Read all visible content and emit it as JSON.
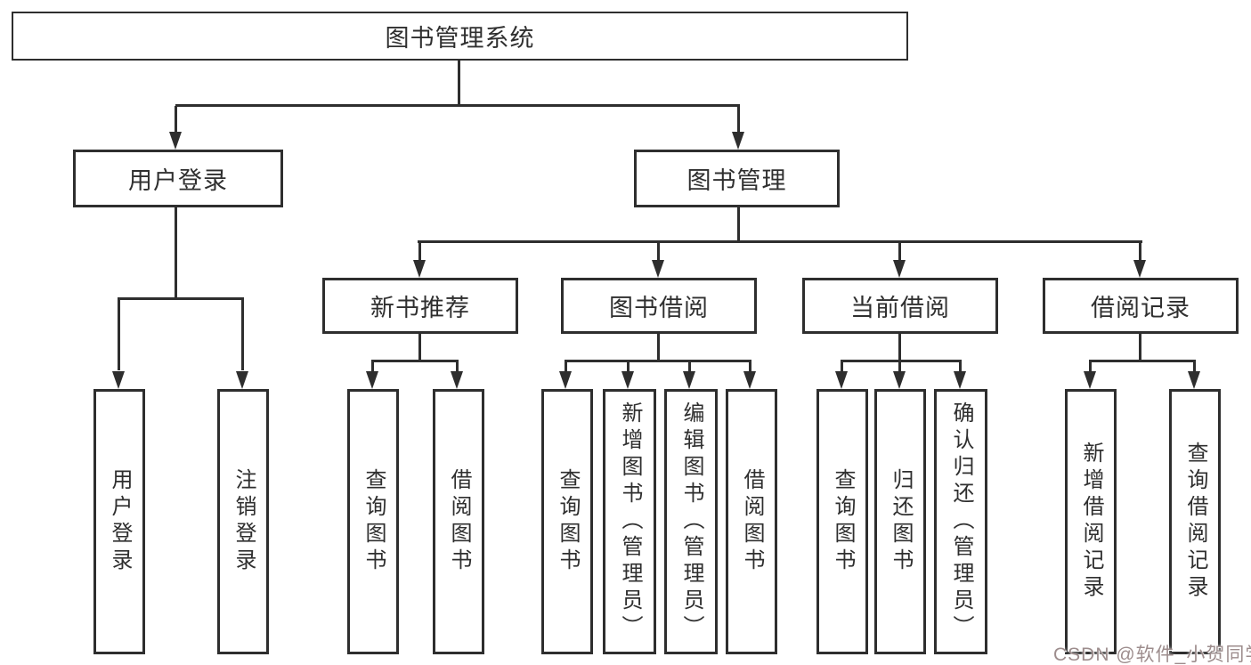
{
  "diagram": {
    "root": {
      "label": "图书管理系统"
    },
    "level2": [
      {
        "label": "用户登录"
      },
      {
        "label": "图书管理"
      }
    ],
    "level3": [
      {
        "label": "新书推荐"
      },
      {
        "label": "图书借阅"
      },
      {
        "label": "当前借阅"
      },
      {
        "label": "借阅记录"
      }
    ],
    "leaves": {
      "user_login": [
        "用户登录",
        "注销登录"
      ],
      "new_book_recommend": [
        "查询图书",
        "借阅图书"
      ],
      "book_borrow": [
        "查询图书",
        "新增图书（管理员）",
        "编辑图书（管理员）",
        "借阅图书"
      ],
      "current_borrow": [
        "查询图书",
        "归还图书",
        "确认归还（管理员）"
      ],
      "borrow_record": [
        "新增借阅记录",
        "查询借阅记录"
      ]
    },
    "line_color": "#2e2e2e"
  },
  "watermark": {
    "text": "CSDN @软件_小贺同学",
    "color": "#9d8d8d"
  }
}
